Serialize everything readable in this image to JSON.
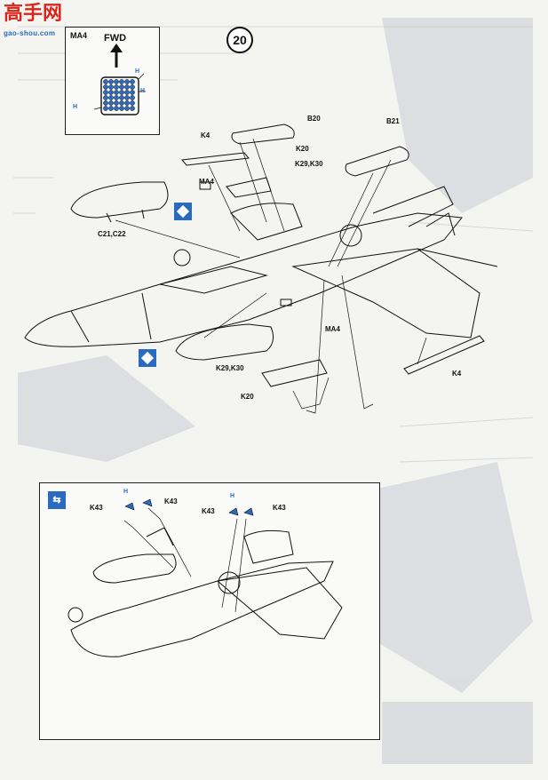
{
  "watermark": {
    "logo_text": "高手网",
    "logo_sub": "gao-shou.com"
  },
  "step": {
    "number": "20"
  },
  "inset": {
    "part_label": "MA4",
    "direction_label": "FWD",
    "decal_top": "H",
    "decal_left": "H",
    "decal_right": "H"
  },
  "labels": {
    "b20": "B20",
    "b21": "B21",
    "k4_top": "K4",
    "k20_top": "K20",
    "k29k30_top": "K29,K30",
    "ma4_top": "MA4",
    "c21c22": "C21,C22",
    "ma4_mid": "MA4",
    "k4_right": "K4",
    "k29k30_low": "K29,K30",
    "k20_low": "K20"
  },
  "bottom": {
    "k43_a": "K43",
    "k43_b": "K43",
    "k43_c": "K43",
    "k43_d": "K43",
    "decal_a": "H",
    "decal_b": "H"
  },
  "colors": {
    "accent_blue": "#2a6bbf",
    "logo_red": "#d9261c",
    "ink": "#111111"
  },
  "icons": {
    "diamond": "blue-diamond-icon",
    "arrows": "swap-arrows-icon"
  }
}
